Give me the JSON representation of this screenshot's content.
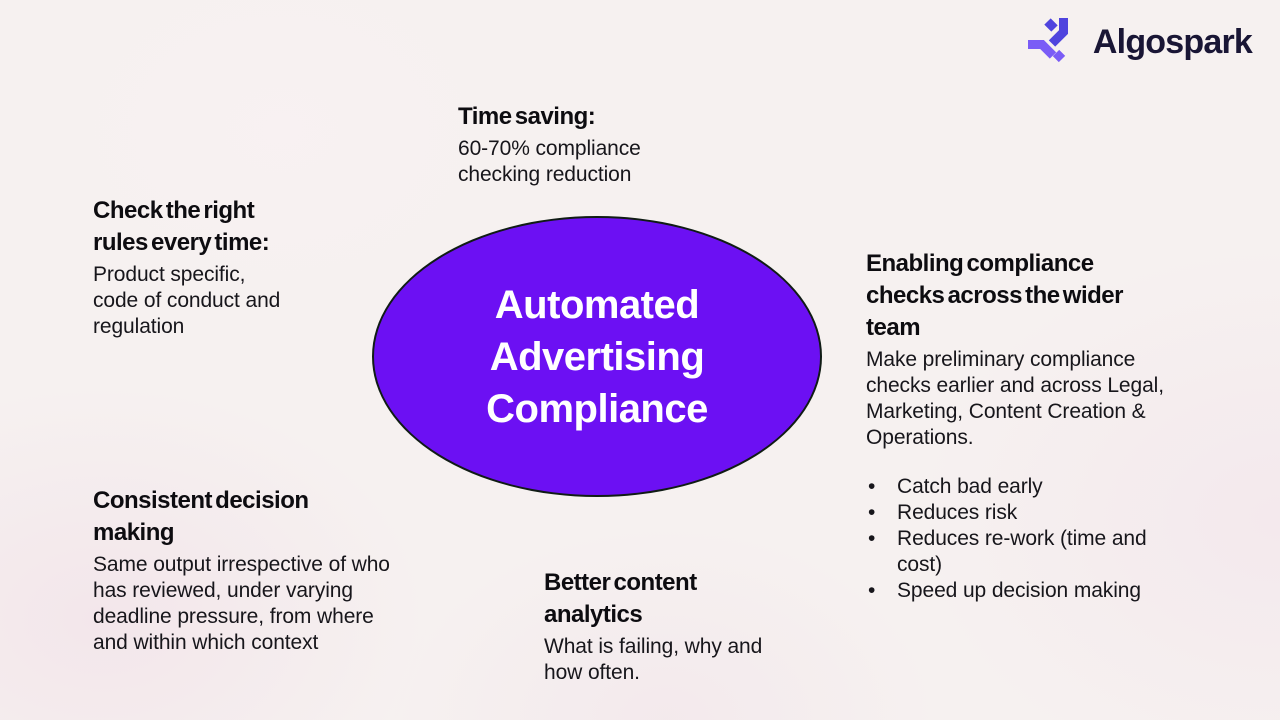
{
  "brand": {
    "name": "Algospark",
    "icon": "converging-arrows-logo-icon",
    "icon_color_top": "#4f44de",
    "icon_color_bottom": "#7a5cf6",
    "text_color": "#191635"
  },
  "center_node": {
    "lines": [
      "Automated",
      "Advertising",
      "Compliance"
    ],
    "fill_color": "#6c10f3",
    "border_color": "#101c15",
    "text_color": "#ffffff"
  },
  "blocks": {
    "time_saving": {
      "heading_lines": [
        "Time saving:"
      ],
      "body_lines": [
        "60-70% compliance",
        "checking reduction"
      ]
    },
    "check_rules": {
      "heading_lines": [
        "Check the right",
        "rules every time:"
      ],
      "body_lines": [
        "Product specific,",
        "code of conduct and",
        "regulation"
      ]
    },
    "enabling_team": {
      "heading_lines": [
        "Enabling compliance",
        "checks across the wider",
        "team"
      ],
      "body_lines": [
        "Make preliminary compliance",
        "checks earlier and across Legal,",
        "Marketing, Content Creation &",
        "Operations."
      ],
      "bullet_char": "•",
      "bullets": [
        "Catch bad early",
        "Reduces risk",
        "Reduces re-work (time and cost)",
        "Speed up decision making"
      ]
    },
    "consistent_decisions": {
      "heading_lines": [
        "Consistent decision",
        "making"
      ],
      "body_lines": [
        "Same output irrespective of who",
        "has reviewed, under varying",
        "deadline pressure, from where",
        "and within which context"
      ]
    },
    "content_analytics": {
      "heading_lines": [
        "Better content",
        "analytics"
      ],
      "body_lines": [
        "What is failing, why and",
        "how often."
      ]
    }
  },
  "background_color": "#f6f1f0"
}
